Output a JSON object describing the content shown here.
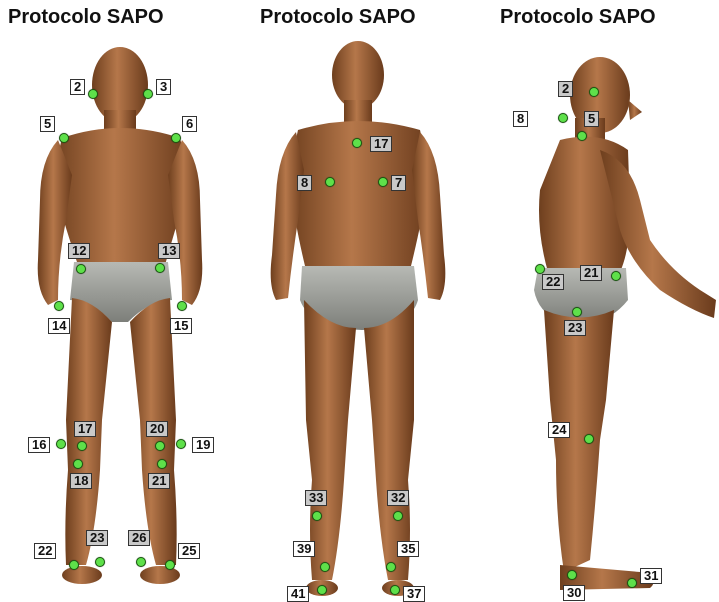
{
  "titles": {
    "front": "Protocolo SAPO",
    "back": "Protocolo SAPO",
    "side": "Protocolo SAPO"
  },
  "colors": {
    "marker": "#5ee04a",
    "skin": "#a86a40",
    "underwear": "#9a9c98"
  },
  "landmarks": {
    "front": [
      "2",
      "3",
      "5",
      "6",
      "12",
      "13",
      "14",
      "15",
      "16",
      "17",
      "18",
      "19",
      "20",
      "21",
      "22",
      "23",
      "25",
      "26"
    ],
    "back": [
      "17",
      "8",
      "7",
      "33",
      "32",
      "39",
      "35",
      "41",
      "37"
    ],
    "side": [
      "2",
      "8",
      "5",
      "22",
      "21",
      "23",
      "24",
      "30",
      "31"
    ]
  }
}
